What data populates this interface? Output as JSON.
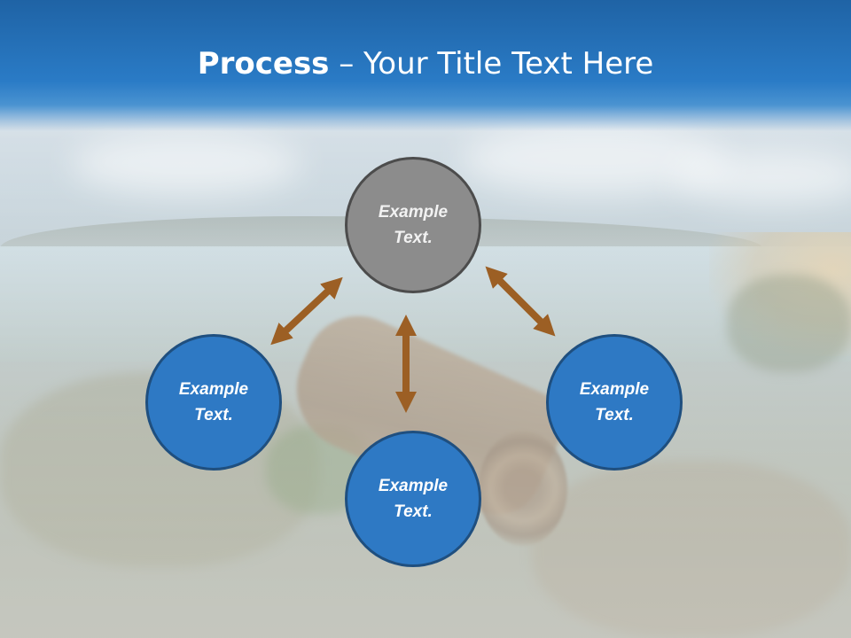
{
  "slide": {
    "title_bold": "Process",
    "title_rest": " – Your Title Text Here"
  },
  "diagram": {
    "nodes": {
      "top": "Example\nText.",
      "left": "Example\nText.",
      "right": "Example\nText.",
      "bottom": "Example\nText."
    }
  },
  "colors": {
    "title_bar": "#2a7bc6",
    "node_blue": "#2e79c4",
    "node_gray": "#8c8c8c",
    "arrow": "#9c5f24"
  }
}
